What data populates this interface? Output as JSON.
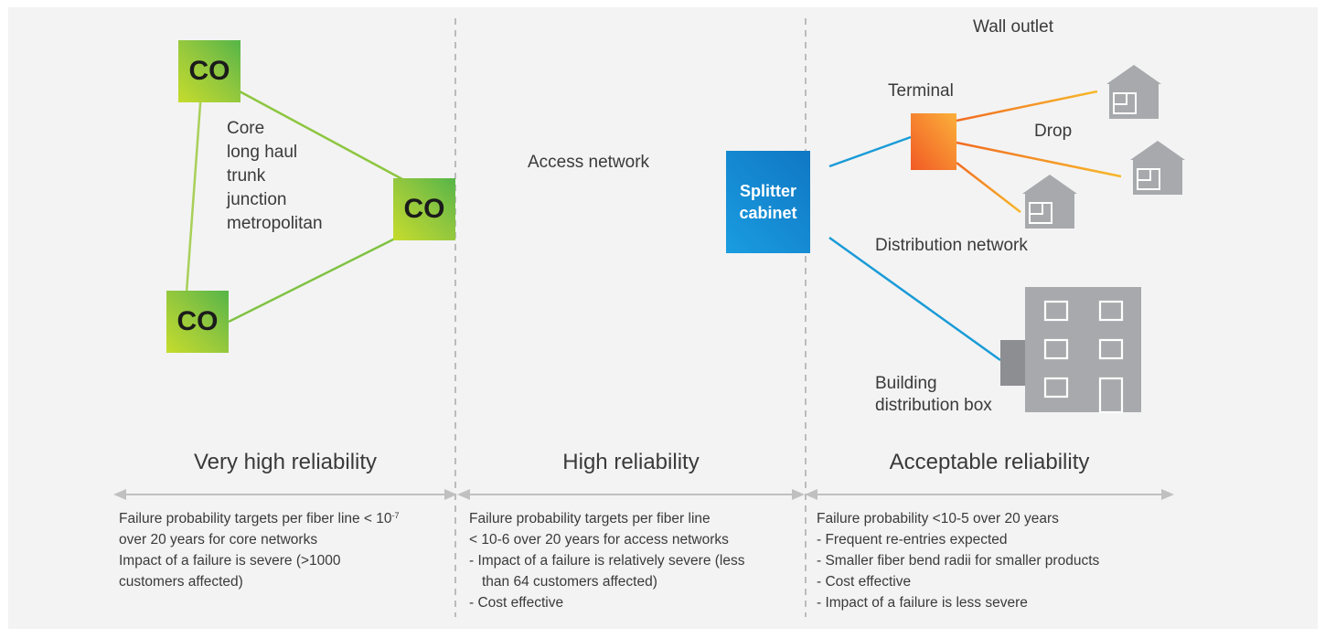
{
  "nodes": {
    "co_top": "CO",
    "co_middle": "CO",
    "co_bottom": "CO",
    "splitter_line1": "Splitter",
    "splitter_line2": "cabinet"
  },
  "labels": {
    "core_types": [
      "Core",
      "long haul",
      "trunk",
      "junction",
      "metropolitan"
    ],
    "access_network": "Access network",
    "terminal": "Terminal",
    "wall_outlet": "Wall outlet",
    "drop": "Drop",
    "distribution_network": "Distribution network",
    "building_box_line1": "Building",
    "building_box_line2": "distribution box"
  },
  "zones": {
    "core": {
      "title": "Very high reliability",
      "line1_prefix": "Failure probability targets per fiber line < 10",
      "line1_sup": "-7",
      "line2": "over 20 years for core networks",
      "line3": "Impact of a failure is severe (>1000",
      "line4": "customers affected)"
    },
    "access": {
      "title": "High reliability",
      "line1": "Failure probability targets per fiber line",
      "line2": "< 10-6 over 20 years for access networks",
      "line3": "- Impact of a failure is relatively severe (less",
      "line4": "than 64 customers affected)",
      "line5": "- Cost effective"
    },
    "distribution": {
      "title": "Acceptable reliability",
      "line1": "Failure probability <10-5 over 20 years",
      "line2": "- Frequent re-entries expected",
      "line3": "- Smaller fiber bend radii for smaller products",
      "line4": "- Cost effective",
      "line5": "- Impact of a failure is less severe"
    }
  },
  "colors": {
    "panel_background": "#f3f3f3",
    "core_link": "#8dc63f",
    "access_link": "#6cbd45",
    "distribution_link": "#1a9bd7",
    "drop_link": "#f39c1f",
    "splitter": "#1a8fd6",
    "terminal": "#f47b20",
    "house": "#a7a9ac",
    "divider": "#bcbcbc",
    "arrow": "#c0c0c0"
  },
  "icons": {
    "house": "house-icon",
    "building": "building-icon",
    "terminal": "terminal-box-icon",
    "building_box": "building-distribution-box-icon"
  }
}
